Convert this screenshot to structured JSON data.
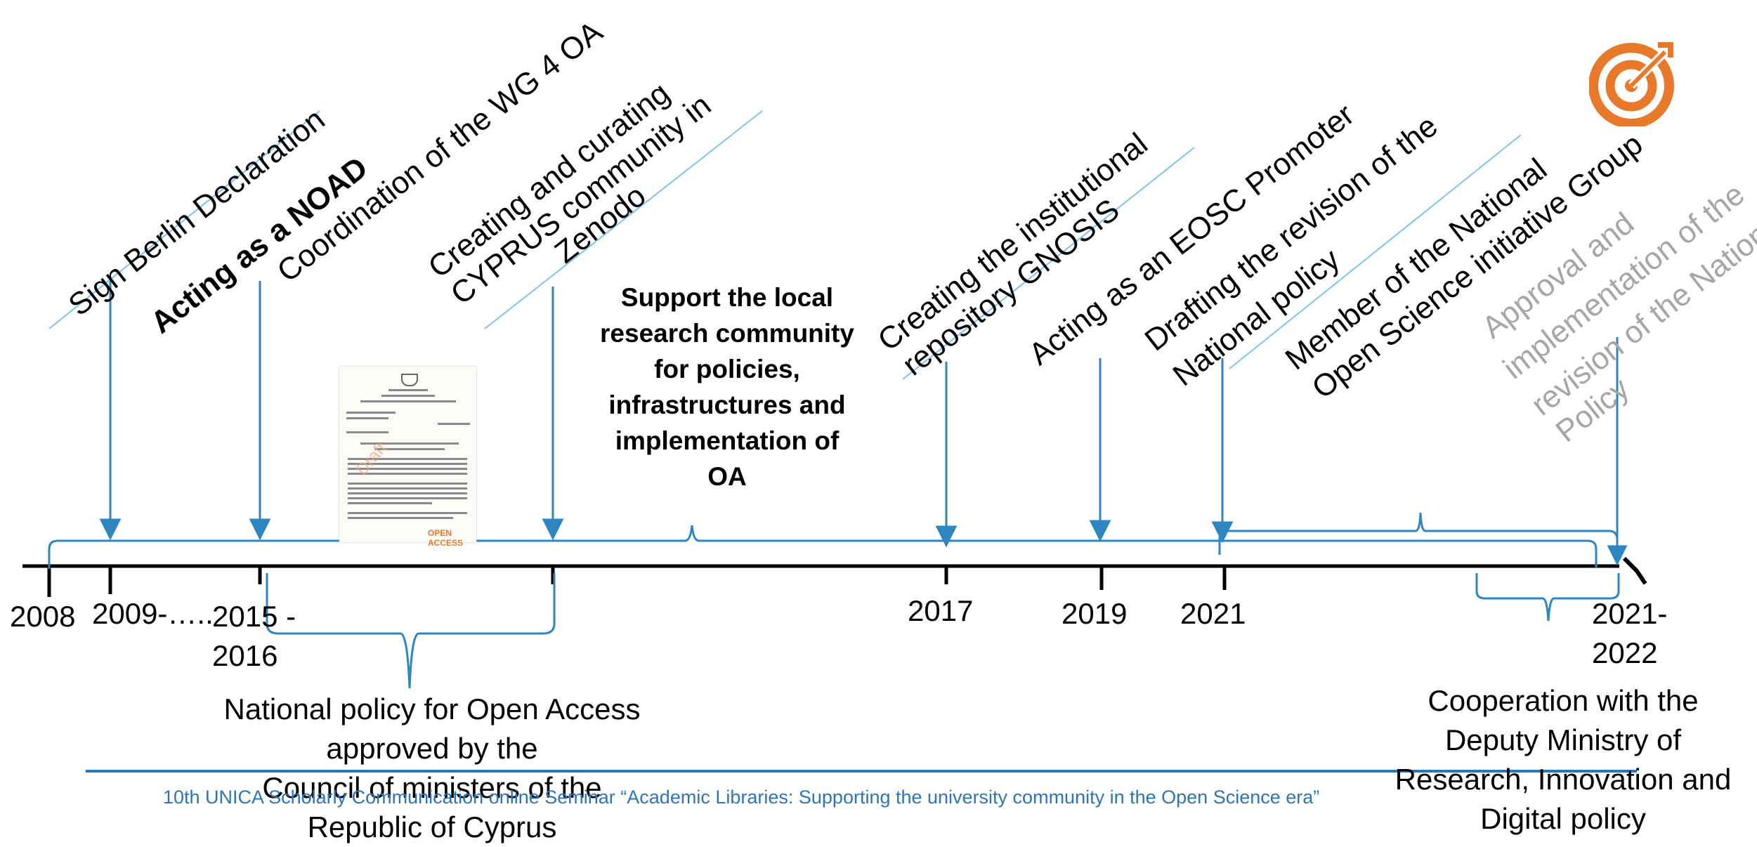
{
  "colors": {
    "accent": "#2e86c1",
    "axis": "#000000",
    "muted_text": "#a6a6a6",
    "footer_text": "#2e75b6",
    "target": "#e8782a"
  },
  "milestones": {
    "sign_berlin": "Sign Berlin Declaration",
    "acting_noad": "Acting as a NOAD",
    "coordination_wg4": "Coordination of the WG 4 OA",
    "zenodo": [
      "Creating and curating",
      "CYPRUS community in",
      "Zenodo"
    ],
    "gnosis": [
      "Creating the institutional",
      "repository GNOSIS"
    ],
    "eosc": "Acting as an EOSC Promoter",
    "drafting": [
      "Drafting the revision of the",
      "National policy"
    ],
    "member_osi": [
      "Member of the National",
      "Open Science initiative Group"
    ],
    "approval": [
      "Approval and",
      "implementation of the",
      "revision of the National",
      "Policy"
    ]
  },
  "support_text": [
    "Support the local",
    "research community",
    "for policies,",
    "infrastructures and",
    "implementation of",
    "OA"
  ],
  "years": {
    "y2008": "2008",
    "y2009": "2009-…..",
    "y2015": [
      "2015 -",
      "2016"
    ],
    "y2017": "2017",
    "y2019": "2019",
    "y2021": "2021",
    "y2021_2022": [
      "2021-",
      "2022"
    ]
  },
  "bottom_left_note": [
    "National policy for Open Access",
    "approved by the",
    "Council of ministers of the",
    "Republic of Cyprus"
  ],
  "bottom_right_note": [
    "Cooperation with the",
    "Deputy Ministry of",
    "Research, Innovation and",
    "Digital policy"
  ],
  "document": {
    "stamp": "Draft",
    "badge": "OPEN ACCESS"
  },
  "icons": {
    "goal": "target-arrow-icon"
  },
  "footer": "10th UNICA Scholarly Communication online Seminar  “Academic Libraries: Supporting the university community in the Open Science era”"
}
